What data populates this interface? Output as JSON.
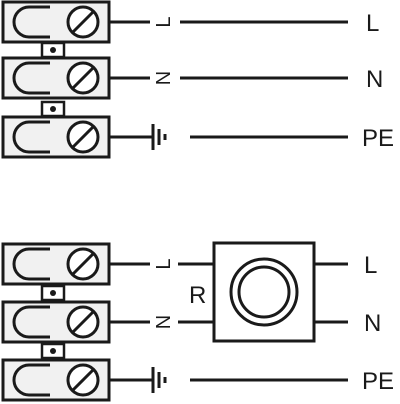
{
  "upper_diagram": {
    "terminal_marks": [
      "L",
      "N",
      "PE"
    ],
    "output_labels": [
      "L",
      "N",
      "PE"
    ]
  },
  "lower_diagram": {
    "terminal_marks": [
      "L",
      "N",
      "PE"
    ],
    "output_labels": [
      "L",
      "N",
      "PE"
    ],
    "resistor_label": "R"
  },
  "icons": {
    "terminal": "screw-terminal-icon",
    "earth": "protective-earth-icon",
    "resistor": "resistor-element-icon"
  },
  "colors": {
    "line": "#1a1a1a",
    "terminal_fill": "#f1f1f1",
    "background": "#ffffff"
  }
}
